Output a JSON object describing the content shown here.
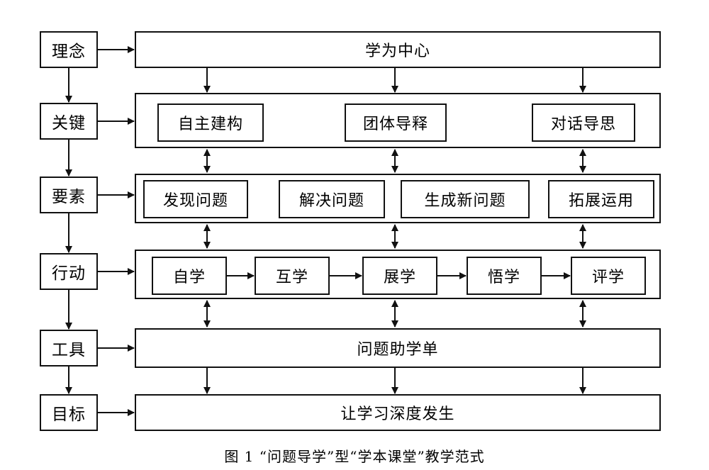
{
  "left_column": {
    "concept": "理念",
    "key": "关键",
    "elements": "要素",
    "action": "行动",
    "tool": "工具",
    "goal": "目标"
  },
  "concept_row": {
    "text": "学为中心"
  },
  "key_row": {
    "items": [
      "自主建构",
      "团体导释",
      "对话导思"
    ]
  },
  "elements_row": {
    "items": [
      "发现问题",
      "解决问题",
      "生成新问题",
      "拓展运用"
    ]
  },
  "action_row": {
    "steps": [
      "自学",
      "互学",
      "展学",
      "悟学",
      "评学"
    ]
  },
  "tool_row": {
    "text": "问题助学单"
  },
  "goal_row": {
    "text": "让学习深度发生"
  },
  "caption": "图 1 “问题导学”型“学本课堂”教学范式"
}
